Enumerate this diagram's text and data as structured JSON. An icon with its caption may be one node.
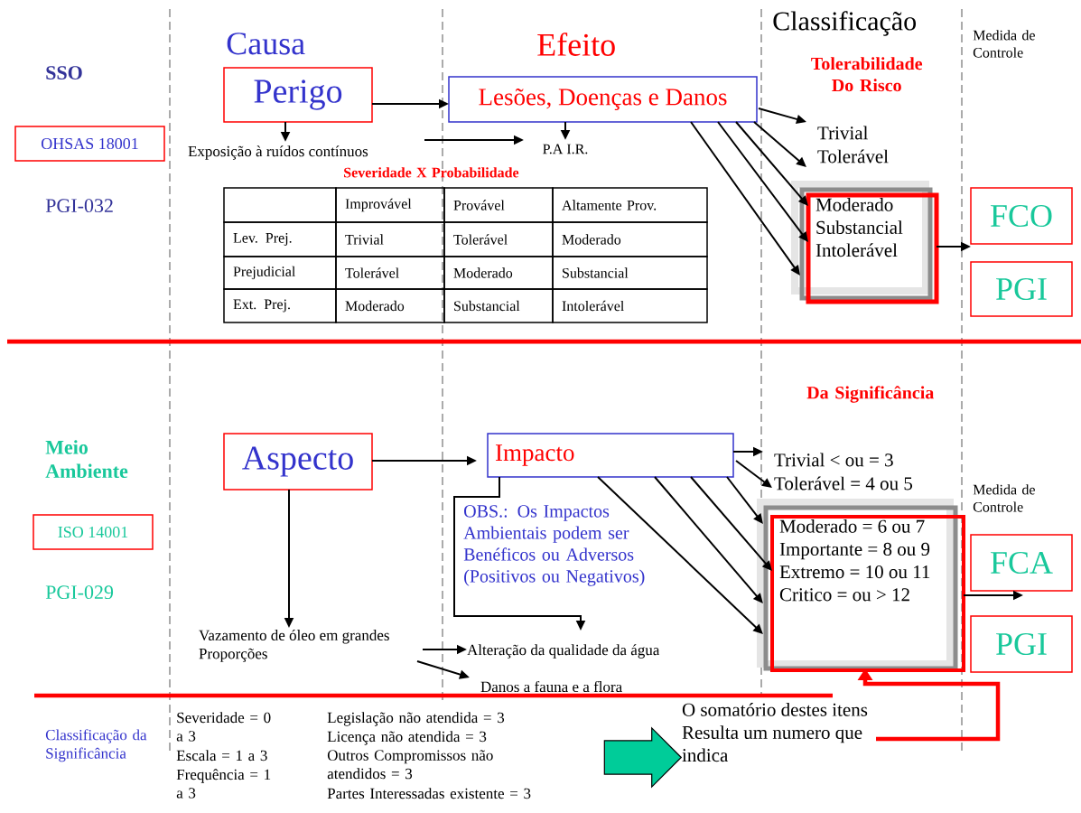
{
  "diagram": {
    "nodes": [
      {
        "text": [
          "OHSAS 18001"
        ]
      },
      {
        "text": [
          "Perigo"
        ]
      },
      {
        "text": [
          "Lesões, Doenças e Danos"
        ]
      },
      {
        "text": [
          "Exposição à ruídos contínuos"
        ]
      },
      {
        "text": [
          "P.A I.R."
        ]
      },
      {
        "text": [
          "Trivial"
        ]
      },
      {
        "text": [
          "Tolerável"
        ]
      },
      {
        "text": [
          "Moderado",
          "Substancial",
          "Intolerável"
        ]
      },
      {
        "text": [
          "FCO"
        ]
      },
      {
        "text": [
          "PGI"
        ]
      },
      {
        "text": [
          "ISO 14001"
        ]
      },
      {
        "text": [
          "Aspecto"
        ]
      },
      {
        "text": [
          "Impacto"
        ]
      },
      {
        "text": [
          "Trivial < ou = 3"
        ]
      },
      {
        "text": [
          "Tolerável = 4 ou 5"
        ]
      },
      {
        "text": [
          "Moderado = 6 ou 7",
          "Importante = 8 ou 9",
          "Extremo = 10 ou 11",
          "Critico = ou > 12"
        ]
      },
      {
        "text": [
          "FCA"
        ]
      },
      {
        "text": [
          "PGI"
        ]
      },
      {
        "text": [
          "Vazamento de óleo em grandes Proporções"
        ]
      },
      {
        "text": [
          "Alteração da qualidade da água"
        ]
      },
      {
        "text": [
          "Danos a fauna e a  flora"
        ]
      },
      {
        "text": [],
        "shape": "arrow"
      },
      {
        "text": [
          "O somatório destes itens Resulta um numero que indica"
        ]
      }
    ],
    "edges": [
      {
        "from": 1,
        "to": 2,
        "arrow": "to"
      },
      {
        "from": 1,
        "to": 3,
        "arrow": "to"
      },
      {
        "from": 2,
        "to": 4,
        "arrow": "to"
      },
      {
        "from": null,
        "to": 4,
        "arrow": "to"
      },
      {
        "from": 2,
        "to": 5,
        "arrow": "to"
      },
      {
        "from": 2,
        "to": 6,
        "arrow": "to"
      },
      {
        "from": 2,
        "to": 7,
        "arrow": "to"
      },
      {
        "from": 2,
        "to": 7,
        "arrow": "to"
      },
      {
        "from": 2,
        "to": 7,
        "arrow": "to"
      },
      {
        "from": 7,
        "to": 8,
        "arrow": "to"
      },
      {
        "from": 11,
        "to": 12,
        "arrow": "to"
      },
      {
        "from": 11,
        "to": 18,
        "arrow": "to"
      },
      {
        "from": 12,
        "to": 19,
        "arrow": "to"
      },
      {
        "from": 12,
        "to": 13,
        "arrow": "to"
      },
      {
        "from": 12,
        "to": 14,
        "arrow": "to"
      },
      {
        "from": 12,
        "to": 15,
        "arrow": "to"
      },
      {
        "from": 12,
        "to": 15,
        "arrow": "to"
      },
      {
        "from": 12,
        "to": 15,
        "arrow": "to"
      },
      {
        "from": 12,
        "to": 15,
        "arrow": "to"
      },
      {
        "from": 15,
        "to": 16,
        "arrow": "to"
      },
      {
        "from": 18,
        "to": 19,
        "arrow": "to"
      },
      {
        "from": 18,
        "to": 20,
        "arrow": "to"
      },
      {
        "from": 22,
        "to": 15,
        "arrow": "to",
        "style": "thick",
        "color": "#ff0000"
      }
    ],
    "labels": [
      "Causa",
      "Efeito",
      "Classificação",
      "Medida de Controle",
      "SSO",
      "Tolerabilidade Do Risco",
      "PGI-032",
      "Severidade X Probabilidade",
      "Improvável",
      "Provável",
      "Altamente Prov.",
      "Lev. Prej.",
      "Trivial",
      "Tolerável",
      "Moderado",
      "Prejudicial",
      "Tolerável",
      "Moderado",
      "Substancial",
      "Ext. Prej.",
      "Moderado",
      "Substancial",
      "Intolerável",
      "Da Significância",
      "Meio Ambiente",
      "Medida de Controle",
      "OBS.: Os Impactos Ambientais podem ser Benéficos ou Adversos (Positivos ou Negativos)",
      "PGI-029",
      "Classificação da Significância",
      "Severidade = 0 a 3",
      "Legislação não atendida = 3",
      "Escala = 1 a 3",
      "Licença  não atendida = 3",
      "Frequência = 1 a 3",
      "Outros Compromissos não atendidos = 3",
      "Partes Interessadas existente = 3"
    ]
  }
}
